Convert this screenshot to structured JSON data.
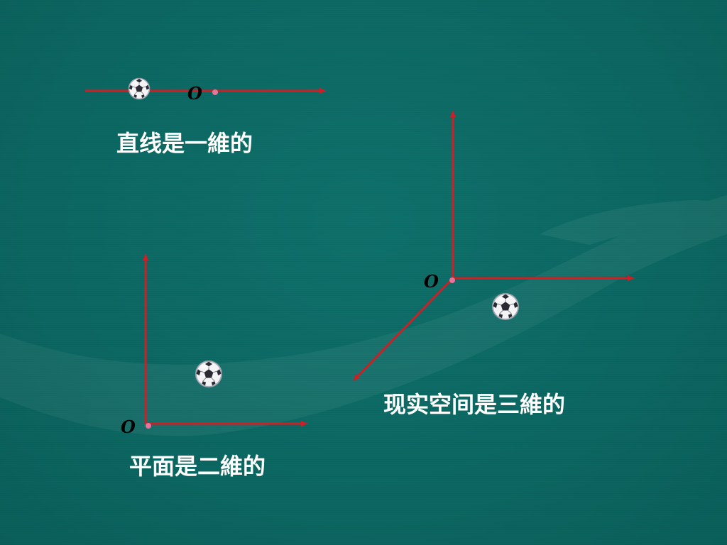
{
  "slide": {
    "background_color": "#0c6863",
    "axis_color": "#cc1f26",
    "origin_dot_color": "#e8739b",
    "text_color": "#ffffff"
  },
  "line_panel": {
    "caption": "直线是一維的",
    "origin_label": "O",
    "ball_icon": "soccer-ball-icon"
  },
  "plane_panel": {
    "caption": "平面是二維的",
    "origin_label": "O",
    "ball_icon": "soccer-ball-icon"
  },
  "space_panel": {
    "caption": "现实空间是三維的",
    "origin_label": "O",
    "ball_icon": "soccer-ball-icon"
  }
}
